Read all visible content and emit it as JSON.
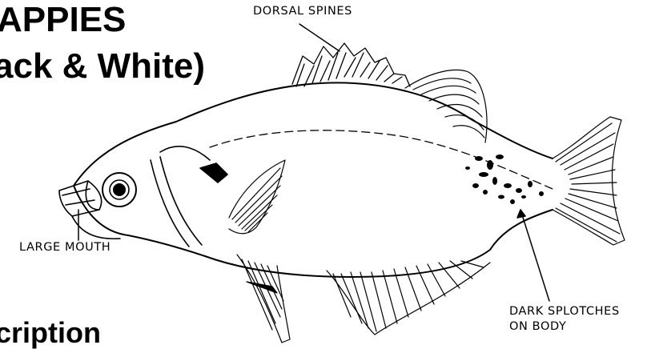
{
  "header": {
    "title_line1": "APPIES",
    "title_line2": "ack & White)"
  },
  "section": {
    "heading": "cription"
  },
  "diagram": {
    "labels": {
      "dorsal_spines": "DORSAL SPINES",
      "large_mouth": "LARGE MOUTH",
      "dark_splotches_line1": "DARK SPLOTCHES",
      "dark_splotches_line2": "ON BODY"
    },
    "ink_color": "#000000",
    "background_color": "#ffffff"
  }
}
